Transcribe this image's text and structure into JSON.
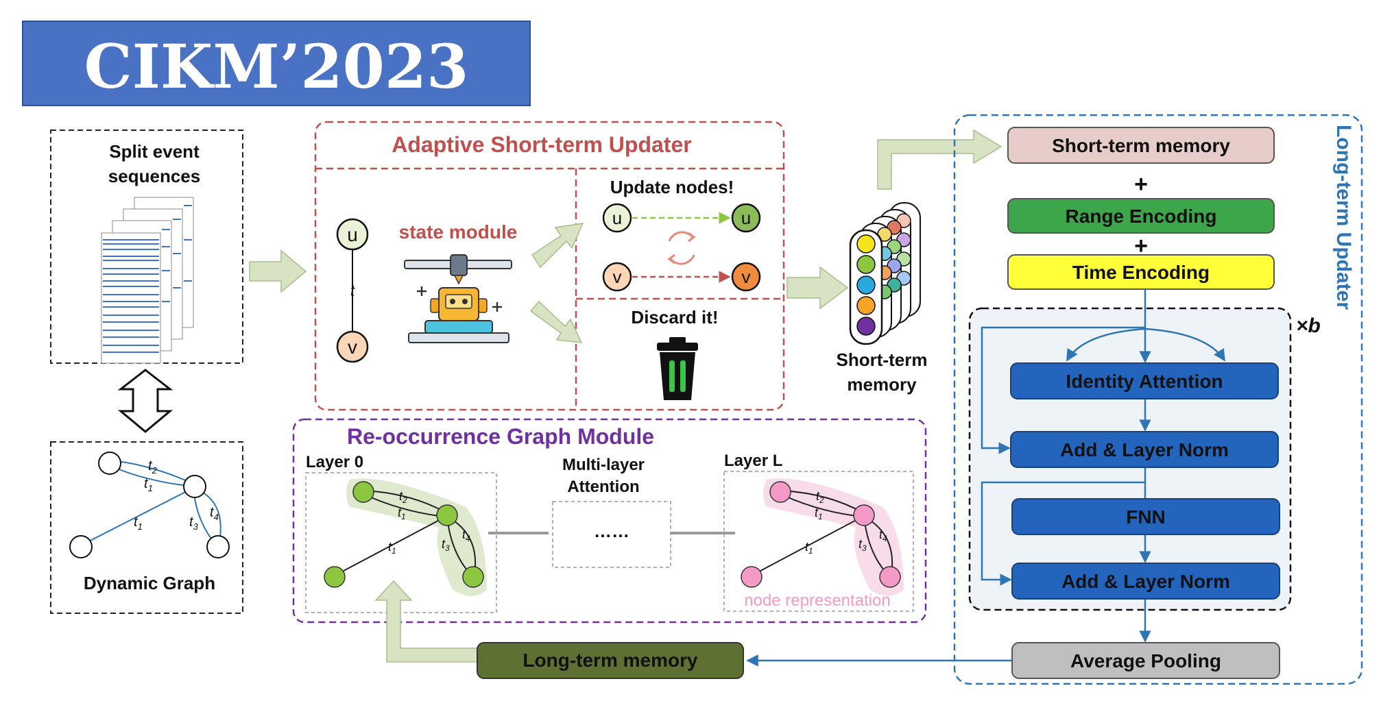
{
  "header": {
    "title": "CIKM’2023"
  },
  "left": {
    "split_line1": "Split event",
    "split_line2": "sequences",
    "dynamic_graph_label": "Dynamic Graph",
    "edge_t1": "t",
    "edge_t2": "t",
    "sub1": "1",
    "sub2": "2",
    "sub3": "3",
    "sub4": "4"
  },
  "short_term_updater": {
    "title": "Adaptive Short-term Updater",
    "node_u": "u",
    "node_v": "v",
    "edge_t": "t",
    "state_module": "state module",
    "update_nodes": "Update nodes!",
    "discard_it": "Discard it!"
  },
  "short_term_memory": {
    "line1": "Short-term",
    "line2": "memory"
  },
  "reoccurrence": {
    "title": "Re-occurrence Graph Module",
    "layer0": "Layer 0",
    "layerL": "Layer L",
    "multi_line1": "Multi-layer",
    "multi_line2": "Attention",
    "ellipsis": "……",
    "node_representation": "node representation"
  },
  "long_term_updater": {
    "title": "Long-term Updater",
    "short_term_memory": "Short-term memory",
    "plus": "+",
    "range_encoding": "Range Encoding",
    "time_encoding": "Time Encoding",
    "repeat": "×b",
    "identity_attention": "Identity Attention",
    "add_norm_1": "Add & Layer Norm",
    "fnn": "FNN",
    "add_norm_2": "Add & Layer Norm",
    "average_pooling": "Average Pooling"
  },
  "long_term_memory": "Long-term memory",
  "colors": {
    "header_blue": "#4a72c4",
    "red_dashed": "#c0504d",
    "purple_dashed": "#7030a0",
    "blue_dashed": "#2e75b6",
    "block_blue": "#2364bd",
    "short_term_pink": "#e7cdc9",
    "range_green": "#3ea64a",
    "time_yellow": "#ffff3a",
    "pool_gray": "#bfbfbf",
    "long_term_olive": "#5e7132",
    "arrow_green_fill": "#d7e3c2",
    "node_green": "#8dc63f",
    "node_pink": "#f39ac6",
    "memory_colors": [
      "#f3e41b",
      "#8dc63f",
      "#29a9df",
      "#f7a528",
      "#7030a0"
    ]
  }
}
